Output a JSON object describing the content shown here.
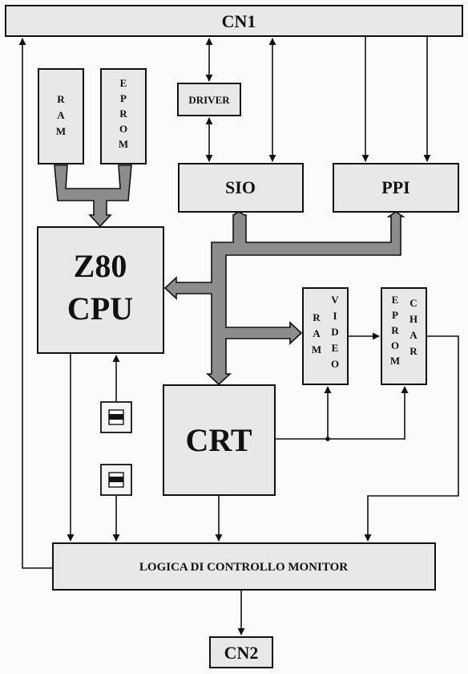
{
  "labels": {
    "cn1": "CN1",
    "cn2": "CN2",
    "driver": "DRIVER",
    "sio": "SIO",
    "ppi": "PPI",
    "cpu_line1": "Z80",
    "cpu_line2": "CPU",
    "crt": "CRT",
    "logic": "LOGICA DI CONTROLLO MONITOR",
    "ram": "RAM",
    "eprom": "EPROM",
    "ram_video_1": "RAM",
    "ram_video_2": "VIDEO",
    "eprom_char_1": "EPROM",
    "eprom_char_2": "CHAR"
  }
}
